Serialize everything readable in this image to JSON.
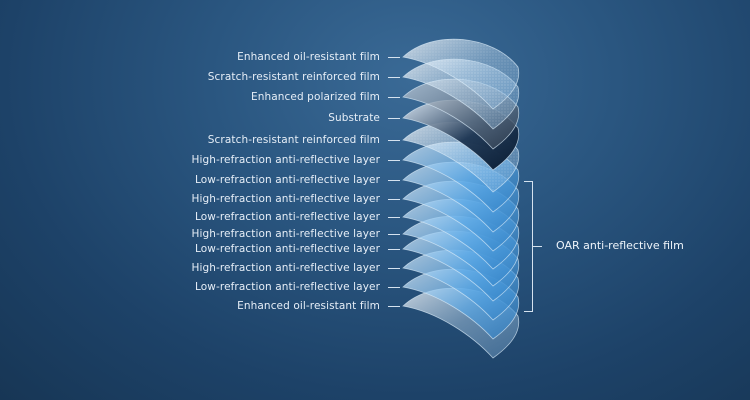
{
  "layers": [
    {
      "label": "Enhanced oil-resistant film"
    },
    {
      "label": "Scratch-resistant reinforced film"
    },
    {
      "label": "Enhanced polarized film"
    },
    {
      "label": "Substrate"
    },
    {
      "label": "Scratch-resistant reinforced film"
    },
    {
      "label": "High-refraction anti-reflective layer"
    },
    {
      "label": "Low-refraction anti-reflective layer"
    },
    {
      "label": "High-refraction anti-reflective layer"
    },
    {
      "label": "Low-refraction anti-reflective layer"
    },
    {
      "label": "High-refraction anti-reflective layer"
    },
    {
      "label": "Low-refraction anti-reflective layer"
    },
    {
      "label": "High-refraction anti-reflective layer"
    },
    {
      "label": "Low-refraction anti-reflective layer"
    },
    {
      "label": "Enhanced oil-resistant film"
    }
  ],
  "group": {
    "label": "OAR anti-reflective film"
  },
  "colors": {
    "background": "#1f4a72",
    "text": "#e6eef7",
    "layer_edge": "#dcecf9",
    "substrate": "#0e2a48",
    "ar_layer": "#5aa8e6"
  }
}
